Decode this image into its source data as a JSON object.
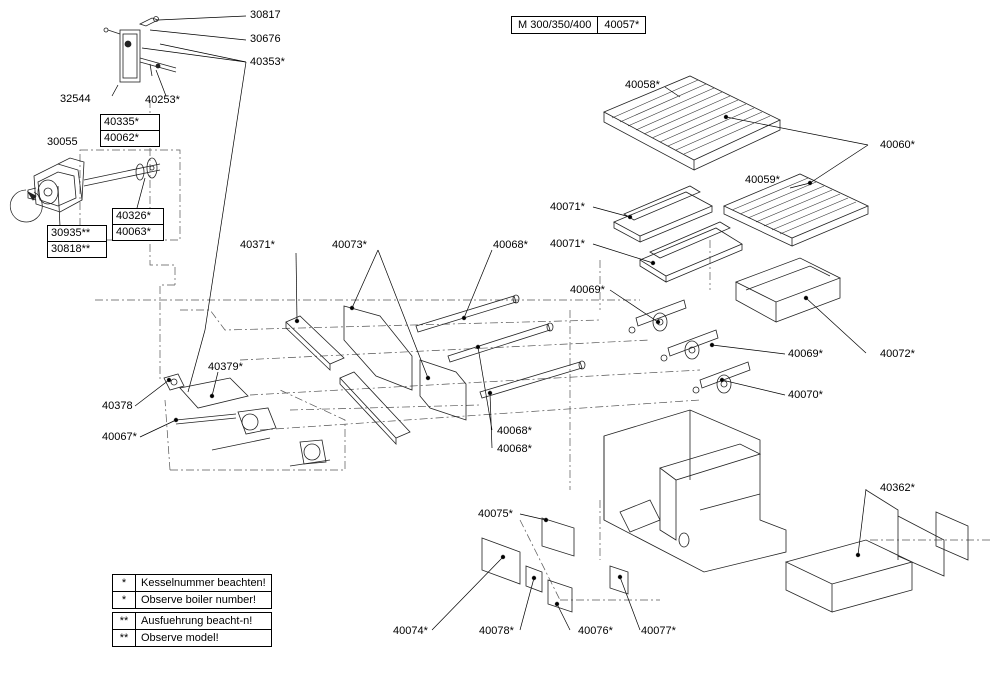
{
  "header": {
    "model_name": "M 300/350/400",
    "model_part": "40057*"
  },
  "part_labels": [
    "30817",
    "30676",
    "40353*",
    "32544",
    "40253*",
    "40335*",
    "40062*",
    "30055",
    "40326*",
    "40063*",
    "30935**",
    "30818**",
    "40371*",
    "40073*",
    "40068*",
    "40058*",
    "40060*",
    "40059*",
    "40071*",
    "40071*",
    "40069*",
    "40069*",
    "40072*",
    "40070*",
    "40378",
    "40379*",
    "40067*",
    "40068*",
    "40068*",
    "40362*",
    "40075*",
    "40074*",
    "40078*",
    "40076*",
    "40077*"
  ],
  "legend": [
    {
      "symbol": "*",
      "text": "Kesselnummer beachten!"
    },
    {
      "symbol": "*",
      "text": "Observe boiler number!"
    },
    {
      "symbol": "**",
      "text": "Ausfuehrung beacht-n!"
    },
    {
      "symbol": "**",
      "text": "Observe model!"
    }
  ]
}
